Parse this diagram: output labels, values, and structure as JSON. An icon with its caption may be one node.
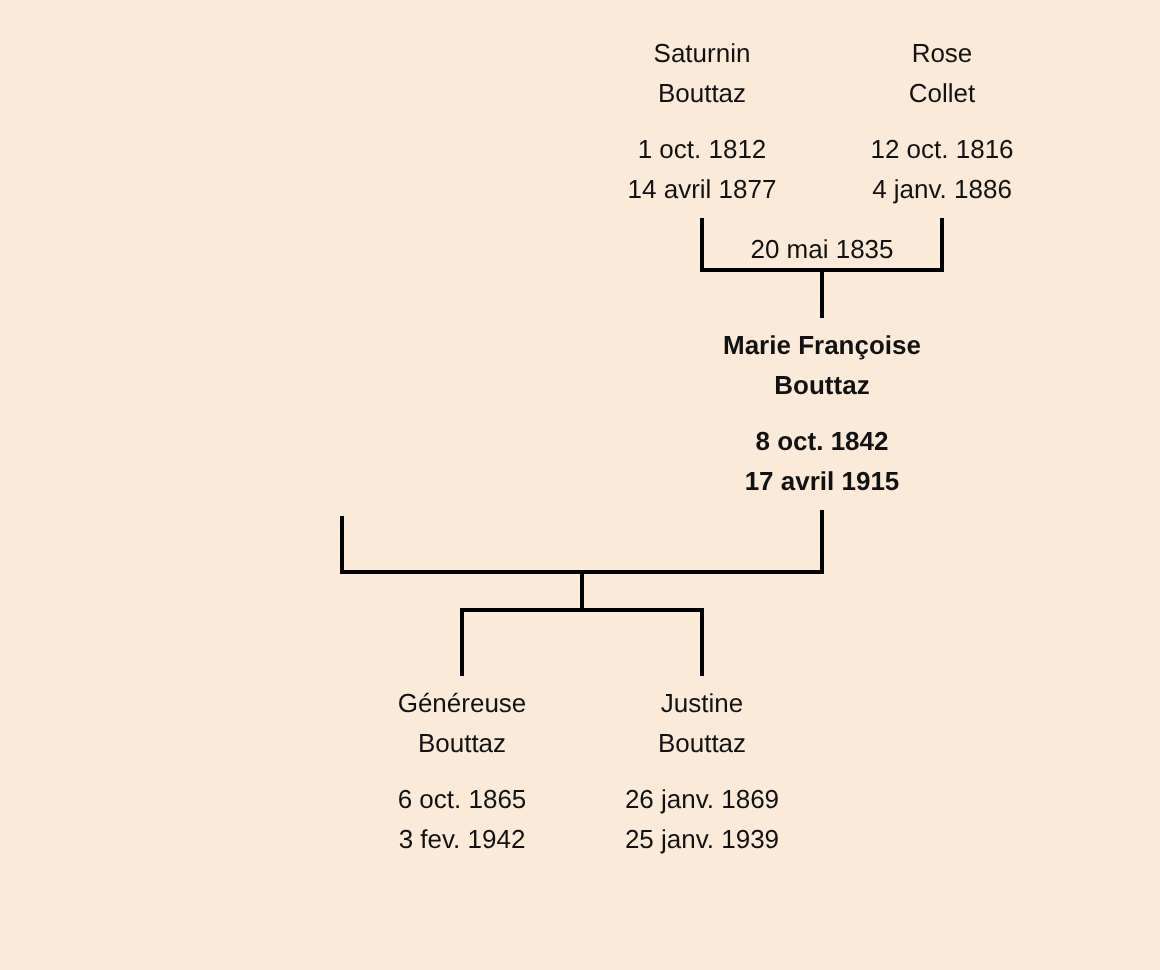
{
  "diagram": {
    "nodes": [
      {
        "text": [
          "Saturnin Bouttaz",
          "1 oct. 1812 14 avril 1877"
        ]
      },
      {
        "text": [
          "Rose Collet",
          "12 oct. 1816 4 janv. 1886"
        ]
      },
      {
        "text": [
          "Marie Françoise Bouttaz",
          "8 oct. 1842 17 avril 1915"
        ]
      },
      {
        "text": [
          "Généreuse Bouttaz",
          "6 oct. 1865 3 fev. 1942"
        ]
      },
      {
        "text": [
          "Justine Bouttaz",
          "26 janv. 1869 25 janv. 1939"
        ]
      }
    ],
    "edges": [
      {
        "from": 0,
        "to": 2,
        "arrow": "none"
      },
      {
        "from": 1,
        "to": 2,
        "arrow": "none"
      },
      {
        "from": 2,
        "to": 3,
        "arrow": "none"
      },
      {
        "from": 2,
        "to": 4,
        "arrow": "none"
      },
      {
        "from": null,
        "to": 3,
        "arrow": "none"
      },
      {
        "from": null,
        "to": 4,
        "arrow": "none"
      }
    ],
    "labels": [
      "20 mai 1835"
    ]
  }
}
